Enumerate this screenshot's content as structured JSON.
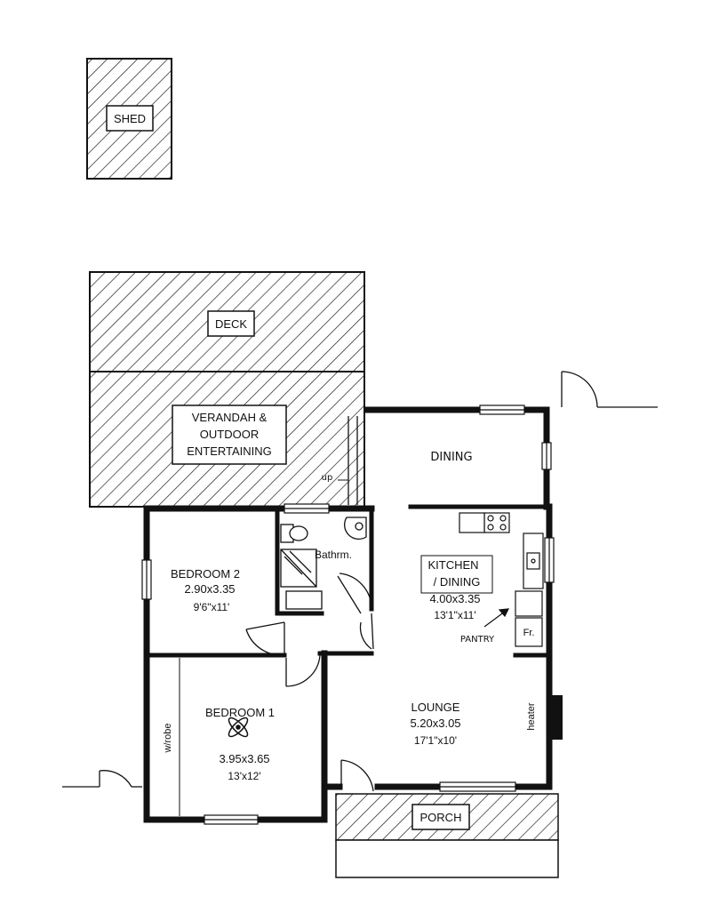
{
  "labels": {
    "shed": "SHED",
    "deck": "DECK",
    "verandah_line1": "VERANDAH &",
    "verandah_line2": "OUTDOOR",
    "verandah_line3": "ENTERTAINING",
    "dining": "DINING",
    "up": "up",
    "bathroom": "Bathrm.",
    "bedroom2_name": "BEDROOM 2",
    "bedroom2_metric": "2.90x3.35",
    "bedroom2_imperial": "9'6\"x11'",
    "kitchen_line1": "KITCHEN",
    "kitchen_line2": "/ DINING",
    "kitchen_metric": "4.00x3.35",
    "kitchen_imperial": "13'1\"x11'",
    "pantry": "PANTRY",
    "fridge": "Fr.",
    "bedroom1_name": "BEDROOM 1",
    "bedroom1_metric": "3.95x3.65",
    "bedroom1_imperial": "13'x12'",
    "wardrobe": "w/robe",
    "lounge_name": "LOUNGE",
    "lounge_metric": "5.20x3.05",
    "lounge_imperial": "17'1\"x10'",
    "heater": "heater",
    "porch": "PORCH"
  },
  "colors": {
    "ink": "#111111",
    "paper": "#ffffff"
  }
}
